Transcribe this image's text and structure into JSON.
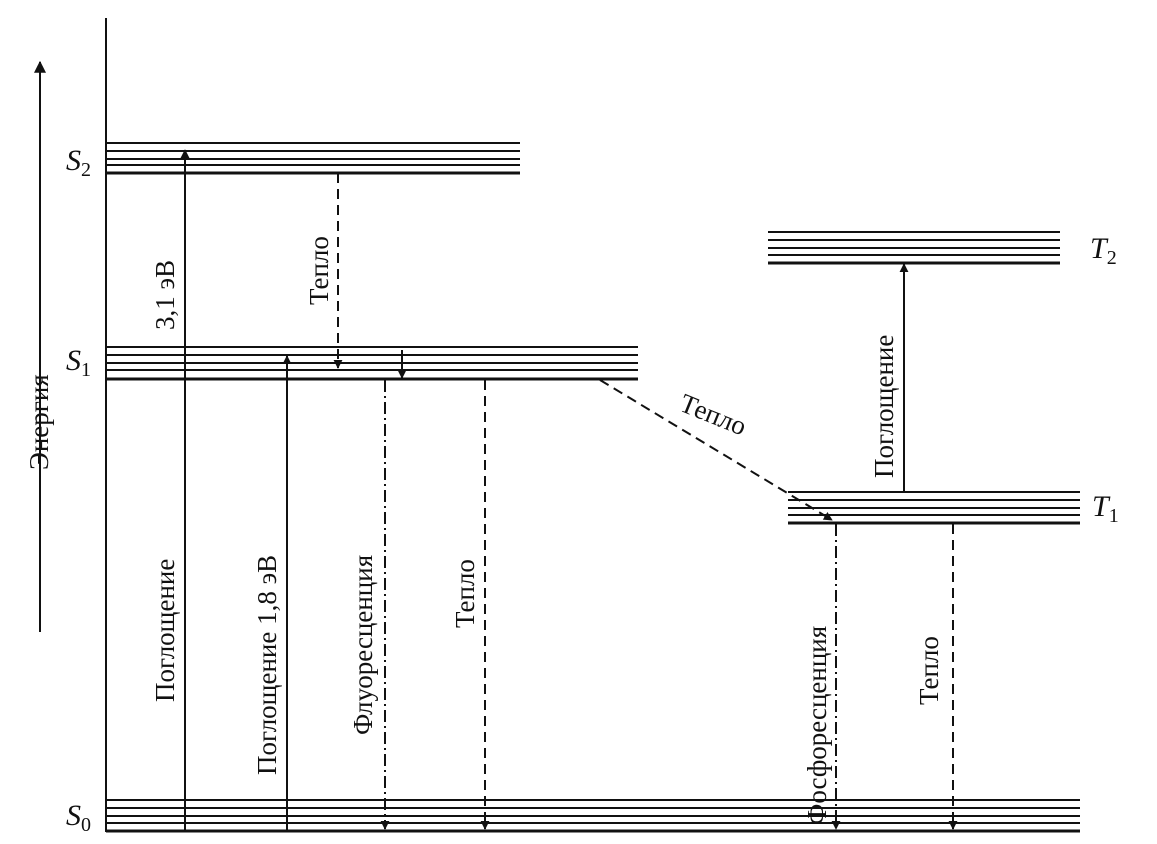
{
  "axis": {
    "label": "Энергия"
  },
  "levels": {
    "S2": {
      "symbol": "S",
      "sub": "2"
    },
    "S1": {
      "symbol": "S",
      "sub": "1"
    },
    "S0": {
      "symbol": "S",
      "sub": "0"
    },
    "T2": {
      "symbol": "T",
      "sub": "2"
    },
    "T1": {
      "symbol": "T",
      "sub": "1"
    }
  },
  "transitions": {
    "s0_s2_absorption": "Поглощение",
    "s0_s2_energy": "3,1 эВ",
    "s2_s1_heat": "Тепло",
    "s0_s1_absorption": "Поглощение 1,8 эВ",
    "s1_s0_fluorescence": "Флуоресценция",
    "s1_s0_heat": "Тепло",
    "s1_t1_heat": "Тепло",
    "t1_t2_absorption": "Поглощение",
    "t1_s0_phosphorescence": "Фосфоресценция",
    "t1_s0_heat": "Тепло"
  }
}
